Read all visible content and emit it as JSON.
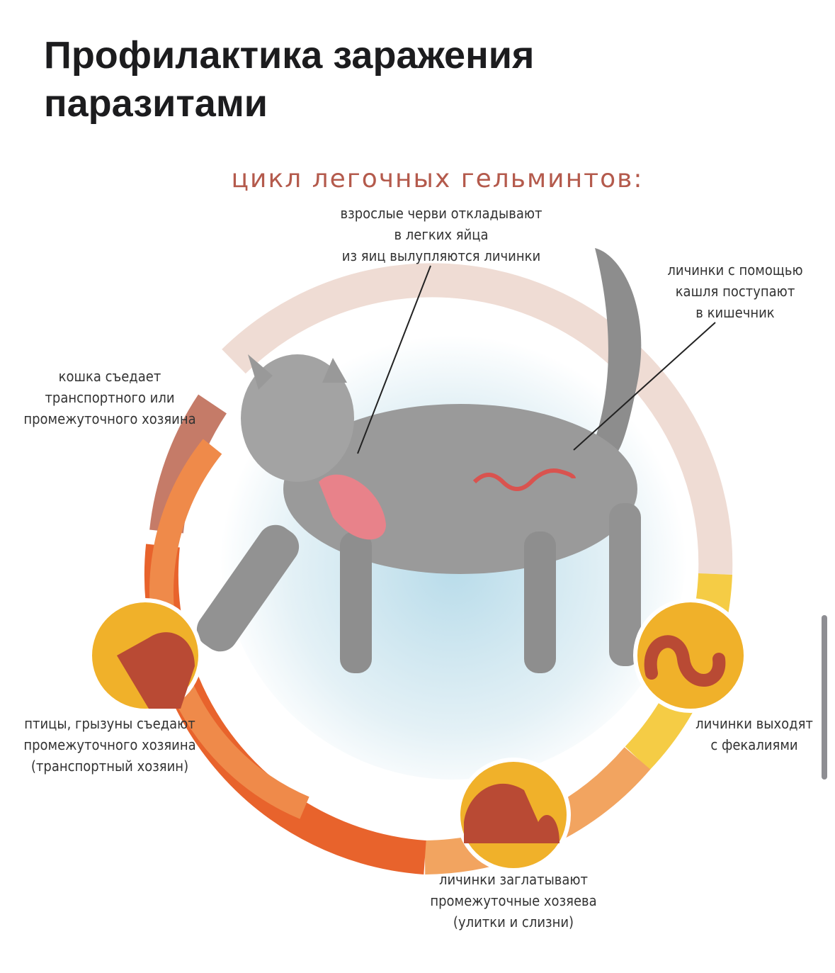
{
  "article": {
    "title": "Профилактика заражения паразитами"
  },
  "infographic": {
    "subtitle": "цикл легочных гельминтов:",
    "labels": {
      "adult_worms": [
        "взрослые черви откладывают",
        "в легких яйца",
        "из яиц вылупляются личинки"
      ],
      "cough": [
        "личинки с помощью",
        "кашля поступают",
        "в кишечник"
      ],
      "feces": [
        "личинки выходят",
        "с фекалиями"
      ],
      "snails": [
        "личинки заглатывают",
        "промежуточные хозяева",
        "(улитки и слизни)"
      ],
      "birds": [
        "птицы, грызуны съедают",
        "промежуточного хозяина",
        "(транспортный хозяин)"
      ],
      "cat_eats": [
        "кошка съедает",
        "транспортного или",
        "промежуточного хозяина"
      ]
    },
    "colors": {
      "subtitle": "#b45a4c",
      "ring_pink": "#efdcd4",
      "ring_yellow": "#f5cc45",
      "ring_orange": "#f2a460",
      "ring_dark_orange": "#e8632c",
      "ring_brown": "#c57b68",
      "icon_fill": "#b94a34",
      "icon_bg": "#f0b12a"
    }
  }
}
